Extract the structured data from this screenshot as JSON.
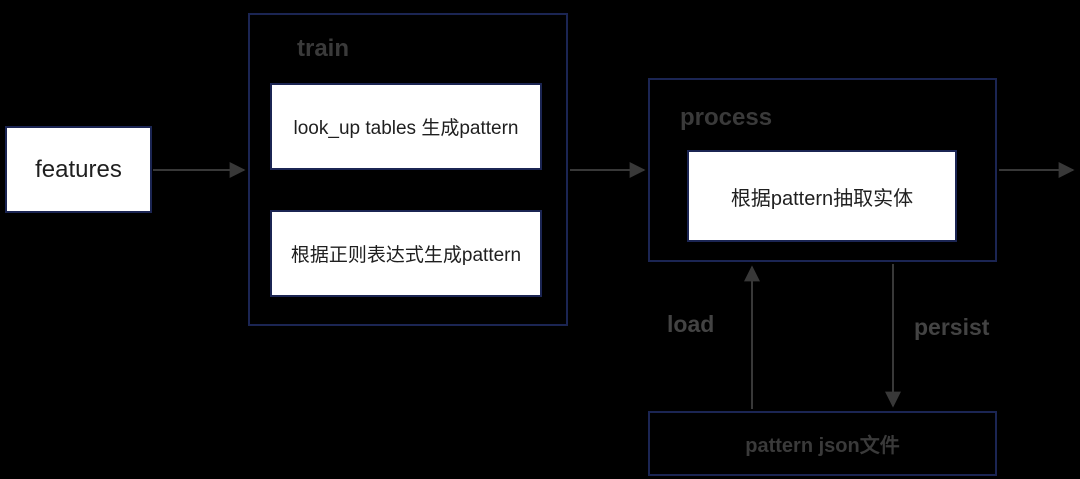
{
  "diagram": {
    "background": "#000000",
    "box_border_color": "#1b2553",
    "box_fill_white": "#ffffff",
    "label_color": "#3a3a3a",
    "arrow_color": "#383838",
    "nodes": {
      "features": {
        "label": "features"
      },
      "train": {
        "title": "train",
        "steps": [
          "look_up tables 生成pattern",
          "根据正则表达式生成pattern"
        ]
      },
      "process": {
        "title": "process",
        "steps": [
          "根据pattern抽取实体"
        ]
      },
      "pattern_file": {
        "label": "pattern json文件"
      }
    },
    "edges": {
      "load_label": "load",
      "persist_label": "persist"
    }
  }
}
